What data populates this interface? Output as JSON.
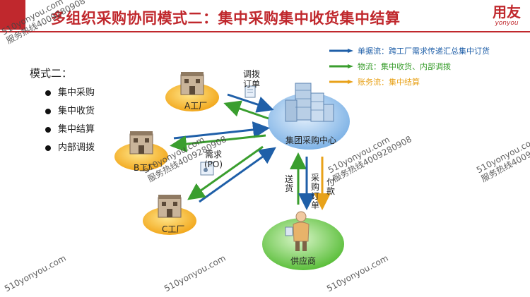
{
  "header": {
    "title": "多组织采购协同模式二：集中采购集中收货集中结算",
    "logo_cn": "用友",
    "logo_en": "yonyou"
  },
  "left_panel": {
    "mode_title": "模式二：",
    "items": [
      "集中采购",
      "集中收货",
      "集中结算",
      "内部调拨"
    ]
  },
  "legend": [
    {
      "text": "单据流：跨工厂需求传递汇总集中订货",
      "color": "#1f5fa8"
    },
    {
      "text": "物流：集中收货、内部调拨",
      "color": "#3a9e2e"
    },
    {
      "text": "账务流：集中结算",
      "color": "#e8a21a"
    }
  ],
  "nodes": {
    "factory_a": "A工厂",
    "factory_b": "B工厂",
    "factory_c": "C工厂",
    "center": "集团采购中心",
    "supplier": "供应商"
  },
  "edge_labels": {
    "transfer_order": [
      "调拨",
      "订单"
    ],
    "requisition": [
      "需求",
      "(PO)"
    ],
    "delivery": [
      "送",
      "货"
    ],
    "purchase_order": [
      "采",
      "购",
      "订",
      "单"
    ],
    "payment": [
      "付",
      "款"
    ]
  },
  "watermark": {
    "line1": "510yonyou.com",
    "line2": "服务热线4009280908"
  },
  "colors": {
    "brand": "#c0282d",
    "document_flow": "#1f5fa8",
    "logistics_flow": "#3a9e2e",
    "finance_flow": "#e8a21a"
  }
}
